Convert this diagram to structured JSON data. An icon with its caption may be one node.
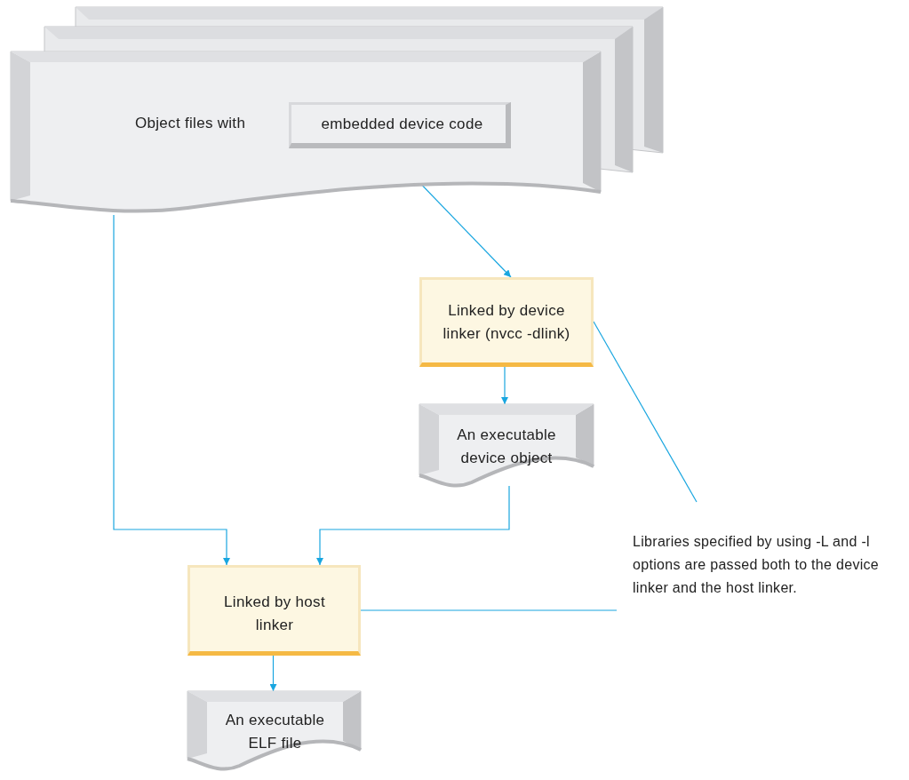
{
  "diagram": {
    "nodes": [
      {
        "text": [
          "Object files with"
        ]
      },
      {
        "text": [
          "embedded device code"
        ],
        "in": 0
      },
      {
        "text": [
          "Linked by device linker (nvcc -dlink)"
        ]
      },
      {
        "text": [
          "An executable device object"
        ]
      },
      {
        "text": [
          "Linked by host linker"
        ]
      },
      {
        "text": [
          "An executable ELF file"
        ]
      },
      {
        "text": [
          "Libraries specified by using -L and -l options are passed both to the device linker and the host linker."
        ]
      }
    ],
    "edges": [
      {
        "from": 1,
        "to": 2,
        "arrow": "to"
      },
      {
        "from": 0,
        "to": 4,
        "arrow": "to"
      },
      {
        "from": 2,
        "to": 3,
        "arrow": "to"
      },
      {
        "from": 3,
        "to": 4,
        "arrow": "to"
      },
      {
        "from": 4,
        "to": 5,
        "arrow": "to"
      },
      {
        "from": 6,
        "to": 2,
        "arrow": "none"
      },
      {
        "from": 6,
        "to": 4,
        "arrow": "none"
      }
    ]
  }
}
